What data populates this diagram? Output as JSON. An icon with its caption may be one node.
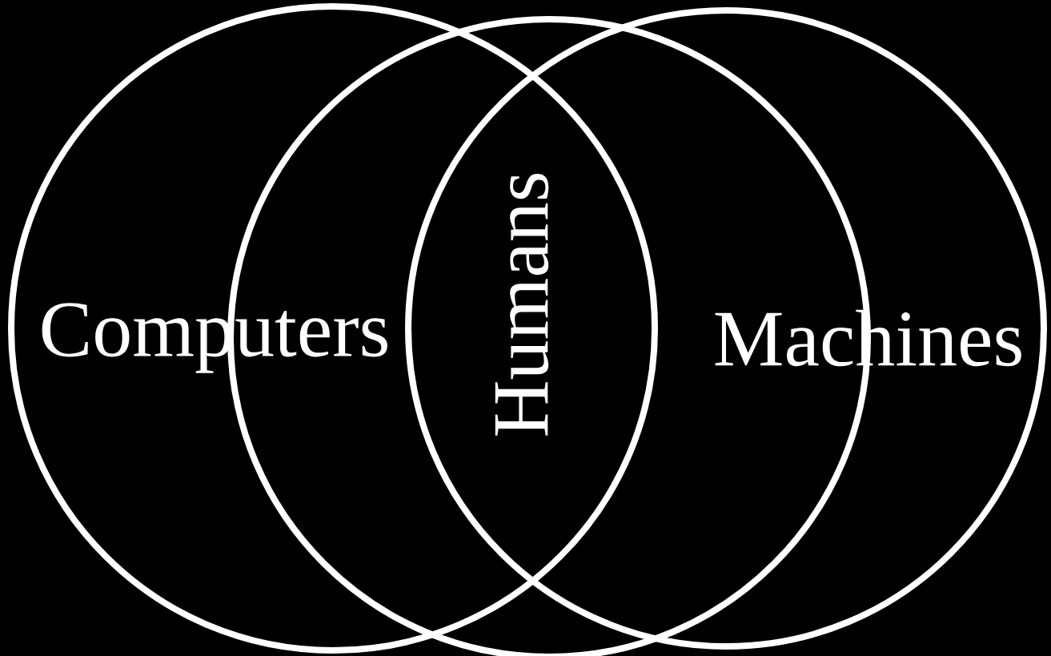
{
  "diagram": {
    "nodes": [
      {
        "text": [
          "Computers"
        ]
      },
      {
        "text": [],
        "shape": "circle"
      },
      {
        "text": [
          "Humans"
        ]
      },
      {
        "text": [
          "Machines"
        ]
      }
    ]
  }
}
